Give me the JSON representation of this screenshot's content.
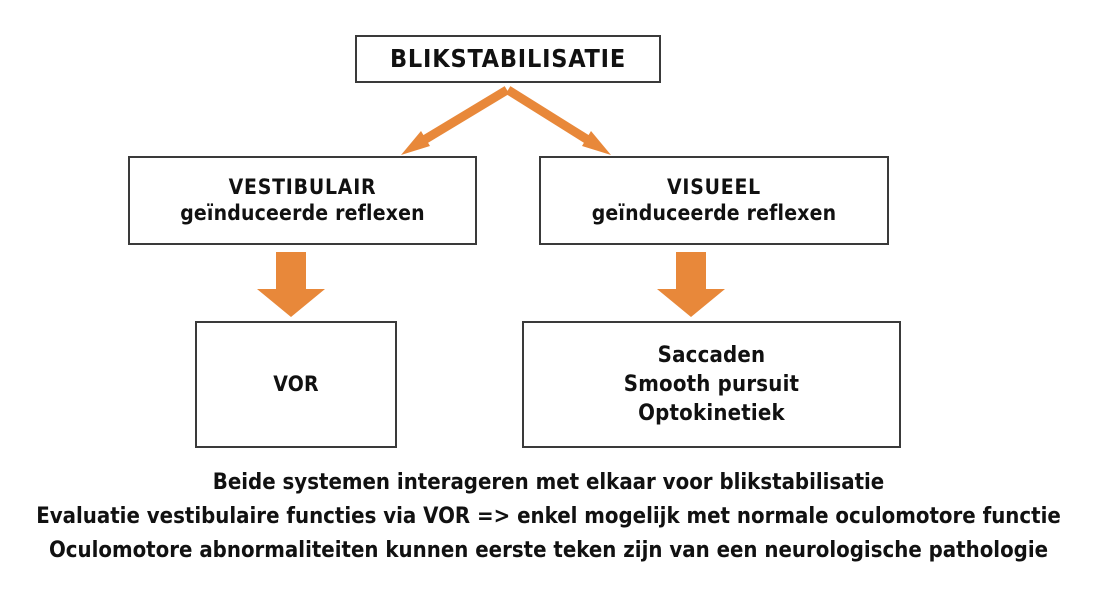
{
  "diagram": {
    "title": "BLIKSTABILISATIE",
    "accent_color": "#E8883A",
    "box_border_color": "#3A3A3A",
    "text_color": "#111111",
    "background_color": "#FFFFFF",
    "nodes": {
      "root": {
        "label": "BLIKSTABILISATIE"
      },
      "vestibular": {
        "line_1": "VESTIBULAIR",
        "line_2": "geïnduceerde reflexen"
      },
      "visual": {
        "line_1": "VISUEEL",
        "line_2": "geïnduceerde reflexen"
      },
      "vestibular_child": {
        "line_1": "VOR"
      },
      "visual_child": {
        "line_1": "Saccaden",
        "line_2": "Smooth pursuit",
        "line_3": "Optokinetiek"
      }
    },
    "connectors": [
      {
        "name": "root-to-vestibular",
        "style": "diagonal-arrow",
        "color": "#E8883A"
      },
      {
        "name": "root-to-visual",
        "style": "diagonal-arrow",
        "color": "#E8883A"
      },
      {
        "name": "vestibular-to-vor",
        "style": "block-arrow-down",
        "color": "#E8883A"
      },
      {
        "name": "visual-to-oculomotor",
        "style": "block-arrow-down",
        "color": "#E8883A"
      }
    ],
    "captions": [
      "Beide systemen interageren met elkaar voor blikstabilisatie",
      "Evaluatie vestibulaire functies via VOR => enkel mogelijk met normale oculomotore functie",
      "Oculomotore abnormaliteiten kunnen eerste teken zijn van een neurologische pathologie"
    ]
  }
}
